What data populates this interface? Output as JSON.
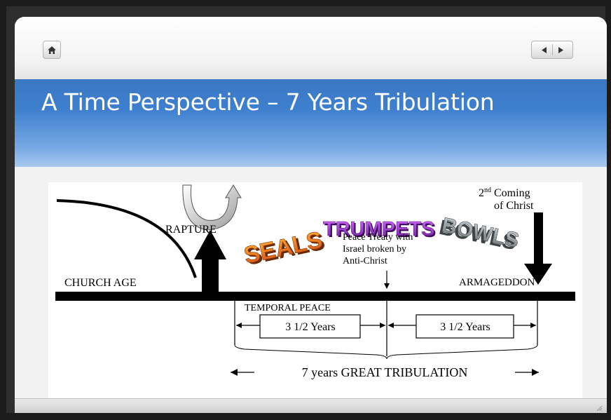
{
  "slide": {
    "title": "A Time Perspective – 7 Years Tribulation"
  },
  "nav": {
    "home_icon": "home-icon",
    "prev_icon": "triangle-left-icon",
    "next_icon": "triangle-right-icon"
  },
  "diagram": {
    "church_age": "CHURCH AGE",
    "rapture": "RAPTURE",
    "seals": "SEALS",
    "trumpets": "TRUMPETS",
    "bowls": "BOWLS",
    "second_coming_line1_num": "2",
    "second_coming_line1_sup": "nd",
    "second_coming_line1_rest": " Coming",
    "second_coming_line2": "of Christ",
    "peace_treaty_line1": "Peace Treaty with",
    "peace_treaty_line2": "Israel broken by",
    "peace_treaty_line3": "Anti-Christ",
    "armageddon": "ARMAGEDDON",
    "temporal_peace": "TEMPORAL PEACE",
    "first_half": "3 1/2 Years",
    "second_half": "3 1/2 Years",
    "great_tribulation": "7 years GREAT TRIBULATION"
  },
  "colors": {
    "banner_blue": "#3e7fcf",
    "seals_orange": "#e0661a",
    "trumpets_purple": "#9b2fc4",
    "bowls_gray": "#8f9496"
  }
}
